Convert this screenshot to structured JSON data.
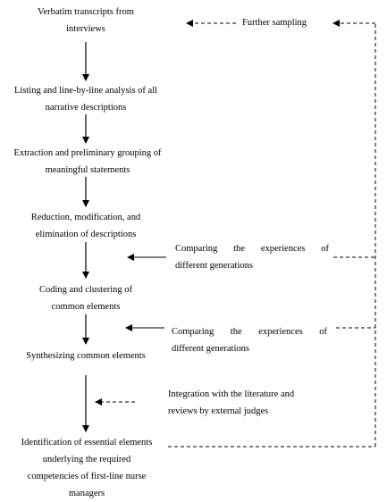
{
  "diagram": {
    "steps": [
      {
        "line1": "Verbatim transcripts from",
        "line2": "interviews"
      },
      {
        "line1": "Listing and line-by-line analysis of all",
        "line2": "narrative descriptions"
      },
      {
        "line1": "Extraction and preliminary grouping of",
        "line2": "meaningful statements"
      },
      {
        "line1": "Reduction, modification, and",
        "line2": "elimination of descriptions"
      },
      {
        "line1": "Coding and clustering of",
        "line2": "common elements"
      },
      {
        "line1": "Synthesizing common elements"
      },
      {
        "line1": "Identification of essential elements",
        "line2": "underlying the required",
        "line3": "competencies of first-line nurse",
        "line4": "managers"
      }
    ],
    "side_notes": [
      {
        "line1": "Further sampling"
      },
      {
        "line1": "Comparing  the  experiences  of",
        "line2": "different generations"
      },
      {
        "line1": "Comparing  the  experiences  of",
        "line2": "different generations"
      },
      {
        "line1": "Integration with the literature and",
        "line2": "reviews by external judges"
      }
    ]
  }
}
